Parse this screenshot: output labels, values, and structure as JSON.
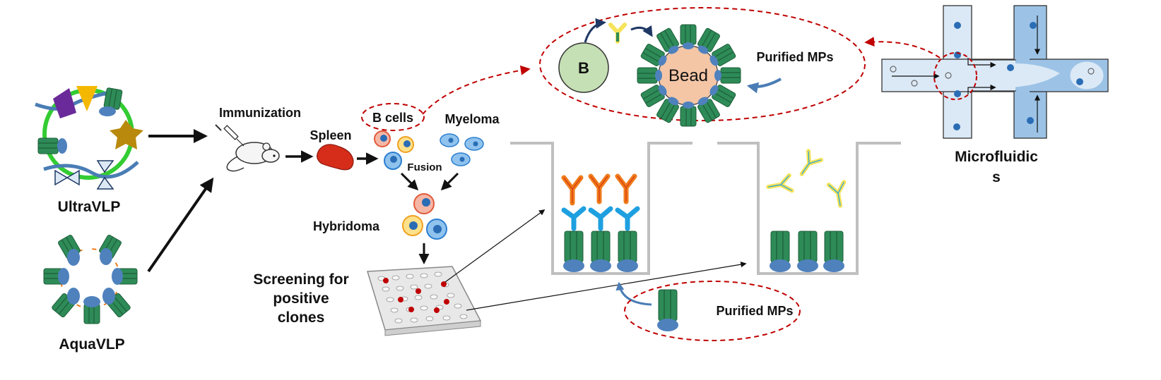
{
  "labels": {
    "ultravlp": "UltraVLP",
    "aquavlp": "AquaVLP",
    "immunization": "Immunization",
    "spleen": "Spleen",
    "b_cells": "B cells",
    "myeloma": "Myeloma",
    "fusion": "Fusion",
    "hybridoma": "Hybridoma",
    "screening_line1": "Screening for",
    "screening_line2": "positive",
    "screening_line3": "clones",
    "b_letter": "B",
    "bead": "Bead",
    "purified_mps_top": "Purified MPs",
    "purified_mps_bottom": "Purified MPs",
    "microfluidics_line1": "Microfluidic",
    "microfluidics_line2": "s"
  },
  "colors": {
    "arrow": "#111111",
    "dashed": "#c00000",
    "membrane_protein": "#2e8b57",
    "blue_oval": "#4f81bd",
    "green_ring": "#33cc33",
    "bead_fill": "#f4c6a6",
    "b_cell_fill": "#c5e0b4",
    "antibody_orange": "#f07b1b",
    "antibody_blue": "#1ea0e0",
    "antibody_yellow": "#f5e35a",
    "well_gray": "#bfbfbf",
    "channel_blue": "#bcd8ee",
    "spleen_red": "#d62c1a"
  }
}
